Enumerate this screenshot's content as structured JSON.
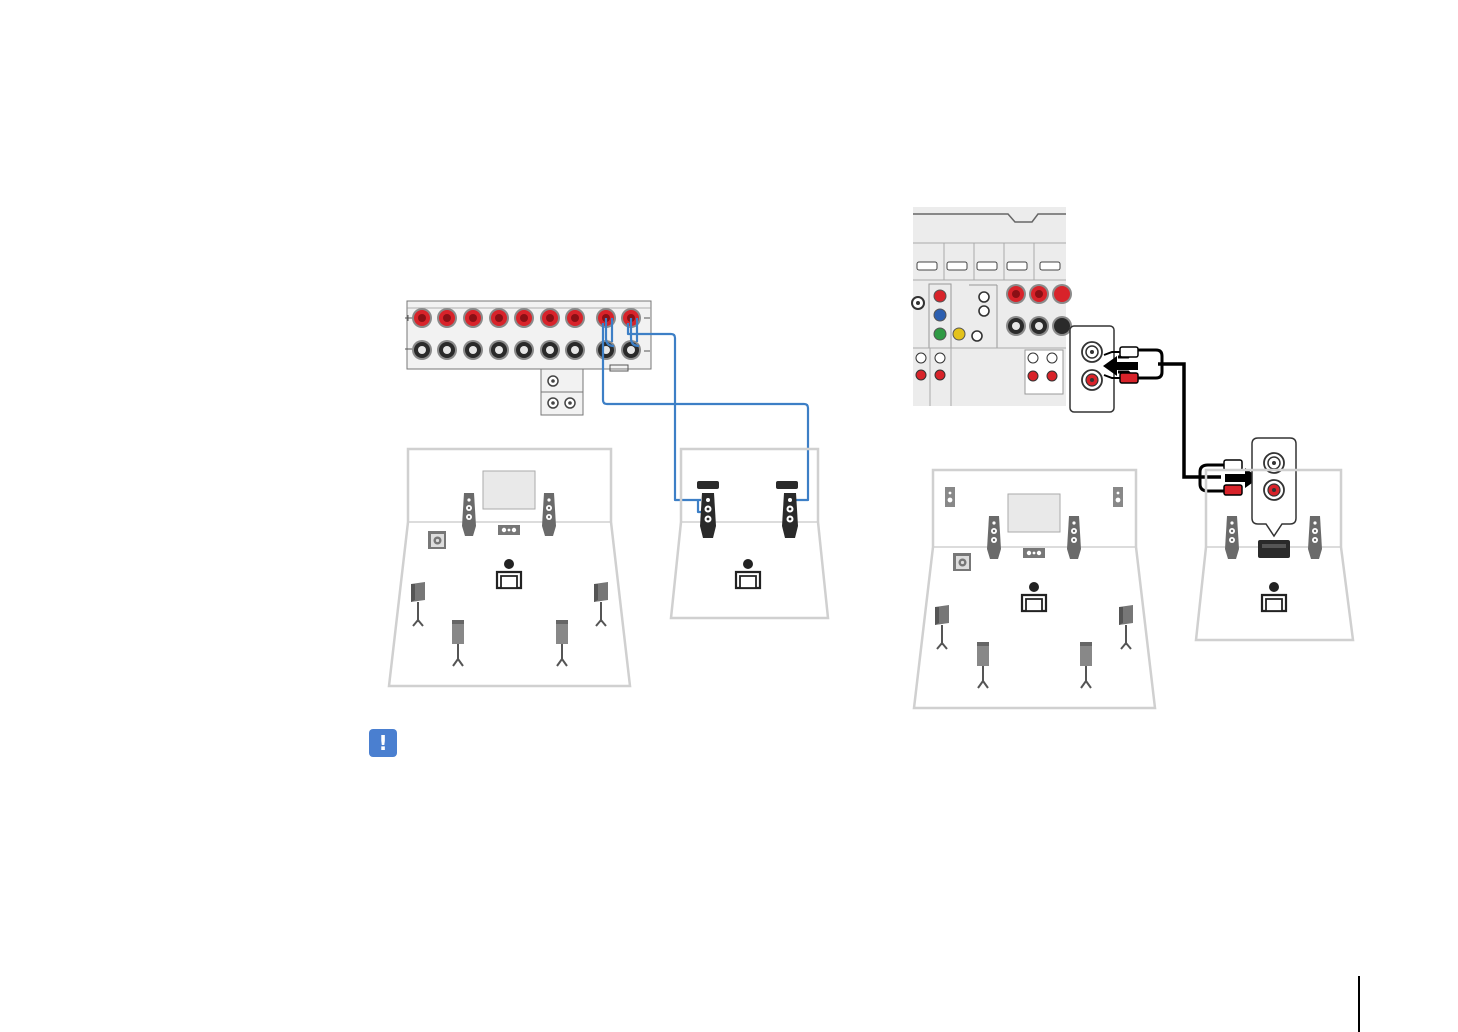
{
  "page": {
    "background": "#ffffff",
    "note_icon": "exclamation-note-icon",
    "note_glyph": "!"
  },
  "left_figure": {
    "terminal_panel": "speaker-terminal-panel",
    "terminal_count": 9,
    "connected_terminals": 2,
    "cable_color": "#3d7fc6",
    "zones": [
      {
        "name": "main-zone",
        "items": [
          "tv",
          "front-left",
          "front-right",
          "center",
          "subwoofer",
          "surround-left",
          "surround-right",
          "surround-back-left",
          "surround-back-right",
          "listener"
        ]
      },
      {
        "name": "zone2",
        "items": [
          "zone2-left",
          "zone2-right",
          "listener"
        ]
      }
    ]
  },
  "right_figure": {
    "receiver_panel": "receiver-rear-panel",
    "output_jack": "zone2-pre-out",
    "amplifier": "external-amplifier",
    "cable_color": "#000000",
    "plug_colors": {
      "left": "#ffffff",
      "right": "#d8232a"
    },
    "terminal_red": "#d8232a"
  },
  "colors": {
    "room_line": "#d0d0d0",
    "screen": "#e9e9e9",
    "speaker_dark": "#333333",
    "speaker_mid": "#808080",
    "jack_red": "#d8232a",
    "accent_blue": "#4a7fd0"
  }
}
